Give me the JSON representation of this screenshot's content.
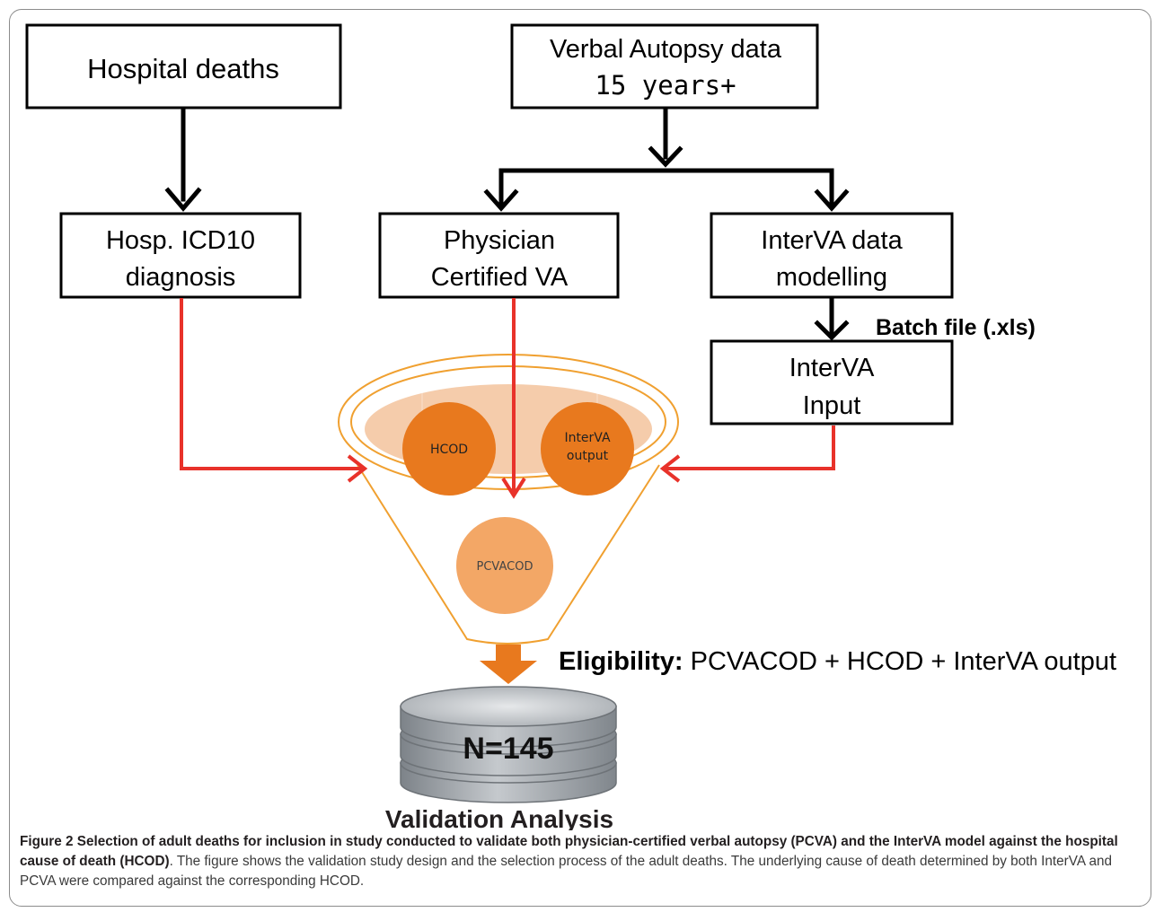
{
  "figure": {
    "boxes": {
      "hospital_deaths": "Hospital deaths",
      "va_line1": "Verbal Autopsy data",
      "va_line2": "15 years+",
      "icd_line1": "Hosp. ICD10",
      "icd_line2": "diagnosis",
      "pcva_line1": "Physician",
      "pcva_line2": "Certified VA",
      "interva_model_line1": "InterVA data",
      "interva_model_line2": "modelling",
      "interva_input_line1": "InterVA",
      "interva_input_line2": "Input"
    },
    "batch_label": "Batch file (.xls)",
    "circles": {
      "hcod": "HCOD",
      "interva_output_line1": "InterVA",
      "interva_output_line2": "output",
      "pcvacod": "PCVACOD"
    },
    "eligibility_label": "Eligibility:",
    "eligibility_text": " PCVACOD + HCOD + InterVA output",
    "database_label": "N=145",
    "analysis_label": "Validation Analysis",
    "colors": {
      "box_border": "#000000",
      "red_arrow": "#e8322a",
      "funnel_line": "#f0a030",
      "circle_dark": "#e8791e",
      "circle_light": "#f3a766",
      "ellipse": "#f3c39c",
      "db_gray": "#9ea3a8"
    }
  },
  "caption": {
    "bold": "Figure 2 Selection of adult deaths for inclusion in study conducted to validate both physician-certified verbal autopsy (PCVA) and the InterVA model against the hospital cause of death (HCOD)",
    "text": ". The figure shows the validation study design and the selection process of the adult deaths. The underlying cause of death determined by both InterVA and PCVA were compared against the corresponding HCOD."
  }
}
